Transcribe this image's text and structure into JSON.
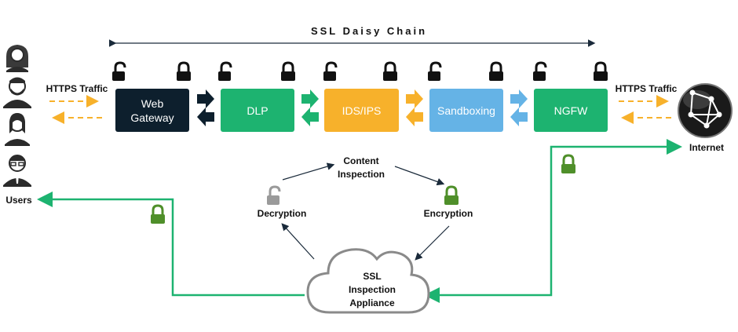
{
  "chain_title": "SSL Daisy Chain",
  "left_traffic_label": "HTTPS Traffic",
  "right_traffic_label": "HTTPS Traffic",
  "users_label": "Users",
  "internet_label": "Internet",
  "boxes": [
    {
      "line1": "Web",
      "line2": "Gateway",
      "color": "#0d1f2d"
    },
    {
      "line1": "DLP",
      "line2": "",
      "color": "#1db370"
    },
    {
      "line1": "IDS/IPS",
      "line2": "",
      "color": "#f7b12b"
    },
    {
      "line1": "Sandboxing",
      "line2": "",
      "color": "#65b3e6"
    },
    {
      "line1": "NGFW",
      "line2": "",
      "color": "#1db370"
    }
  ],
  "cycle": {
    "content_line1": "Content",
    "content_line2": "Inspection",
    "decryption": "Decryption",
    "encryption": "Encryption"
  },
  "appliance": {
    "line1": "SSL",
    "line2": "Inspection",
    "line3": "Appliance"
  },
  "colors": {
    "green_line": "#1db370",
    "lock_green": "#4f8f2a",
    "lock_gray": "#9a9a9a",
    "dash_orange": "#f7b12b"
  }
}
